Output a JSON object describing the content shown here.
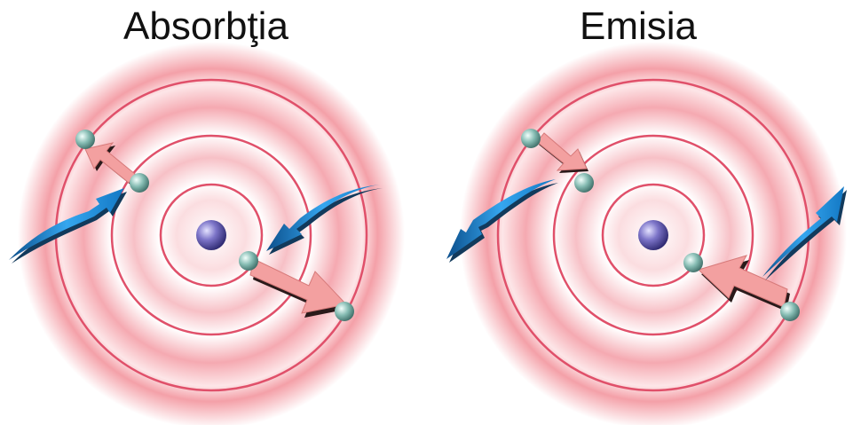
{
  "panels": [
    {
      "id": "absorption",
      "title": "Absorbţia"
    },
    {
      "id": "emission",
      "title": "Emisia"
    }
  ],
  "colors": {
    "glow": "#f4a0a8",
    "orbit": "#e0506a",
    "nucleus": "#6a62b8",
    "electron": "#7fb5ad",
    "transition_arrow": "#f3a0a0",
    "photon": "#2f9fe6"
  },
  "icons": [
    "nucleus",
    "electron",
    "photon-arrow",
    "transition-arrow"
  ]
}
